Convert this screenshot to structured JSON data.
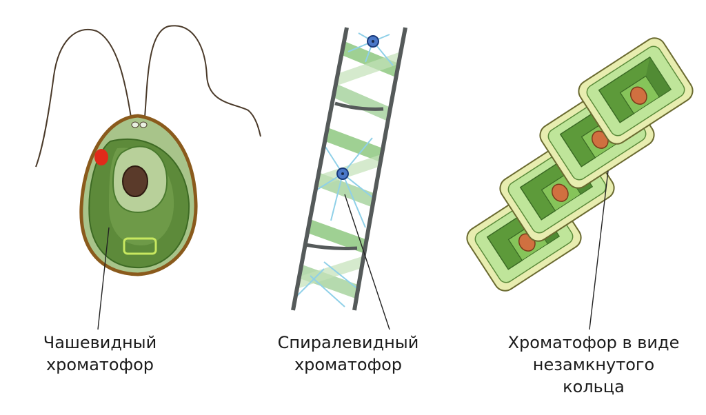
{
  "colors": {
    "outline": "#8a5a1c",
    "cell_fill": "#a8c48a",
    "chloroplast_dark": "#5d8a3a",
    "chloroplast_light": "#9cc47a",
    "nucleus": "#5a3a2a",
    "eyespot": "#e02a1a",
    "wall": "#555a5a",
    "spiral": "#a8d4a0",
    "strand": "#8fd0e8",
    "nucleus_blue": "#4a78c8",
    "ring_fill": "#bfe59a",
    "ring_wall": "#e8edb0",
    "ring_nucleus": "#d07040",
    "line": "#222222"
  },
  "labels": {
    "cup": {
      "line1": "Чашевидный",
      "line2": "хроматофор"
    },
    "spiral": {
      "line1": "Спиралевидный",
      "line2": "хроматофор"
    },
    "ring": {
      "line1": "Хроматофор в виде",
      "line2": "незамкнутого",
      "line3": "кольца"
    }
  }
}
